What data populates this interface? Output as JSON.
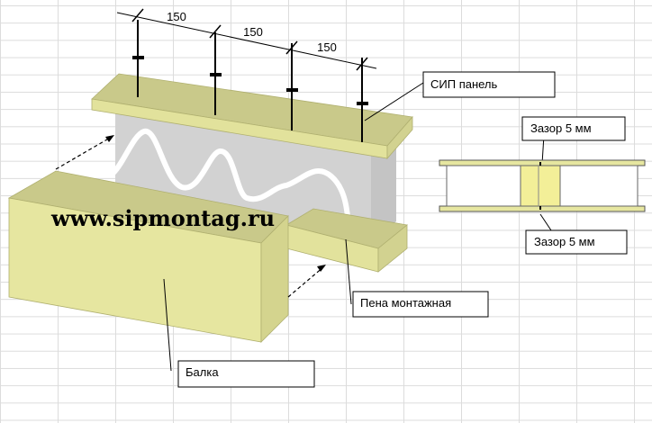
{
  "watermark": "www.sipmontag.ru",
  "dimensions": [
    "150",
    "150",
    "150"
  ],
  "labels": {
    "sip_panel": "СИП панель",
    "foam": "Пена монтажная",
    "beam": "Балка",
    "gap_top": "Зазор 5 мм",
    "gap_bottom": "Зазор 5 мм"
  },
  "colors": {
    "panel_top": "#c9c98a",
    "panel_front": "#e6e6a0",
    "panel_side": "#d6d690",
    "foam_core": "#d4d4d4",
    "foam_line": "#ffffff",
    "beam_insert": "#f3ef98"
  }
}
